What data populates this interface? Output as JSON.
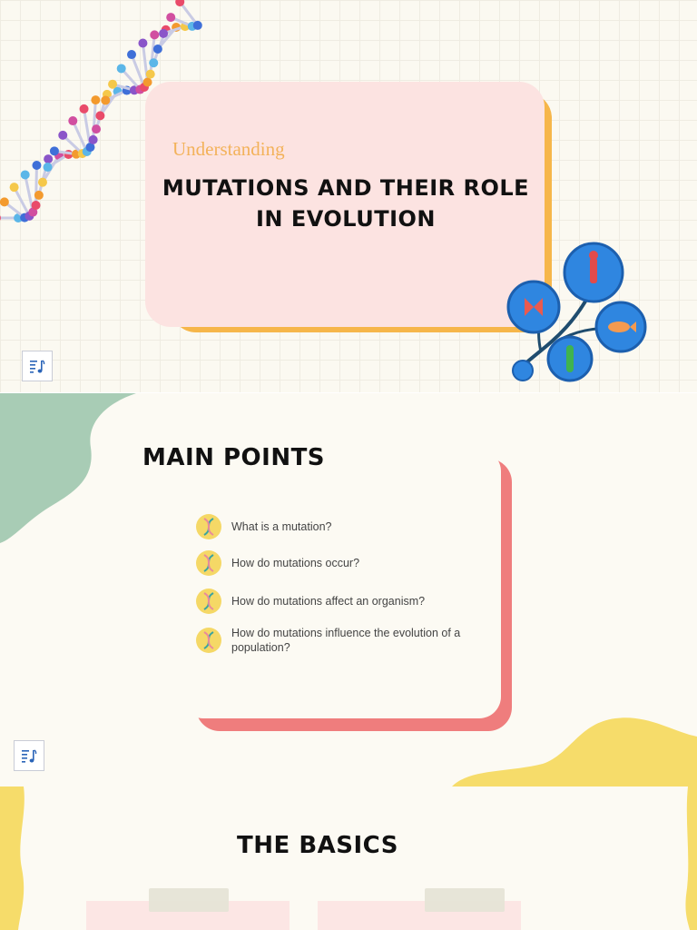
{
  "slide1": {
    "subtitle": "Understanding",
    "title_line1": "MUTATIONS AND THEIR ROLE",
    "title_line2": "IN EVOLUTION",
    "audio_icon": "audio-notes-icon"
  },
  "slide2": {
    "title": "MAIN POINTS",
    "points": [
      "What is a mutation?",
      "How do mutations occur?",
      "How do mutations affect an organism?",
      "How do mutations influence the evolution of a population?"
    ],
    "bullet_icon": "dna-strand-icon",
    "audio_icon": "audio-notes-icon"
  },
  "slide3": {
    "title": "THE BASICS"
  },
  "colors": {
    "title_card": "#fce3e1",
    "title_card_shadow": "#f6b64a",
    "points_card_shadow": "#ef7d7d",
    "green_blob": "#a8ccb5",
    "yellow_blob": "#f6dc6a",
    "tree_circle": "#2f86e0"
  }
}
